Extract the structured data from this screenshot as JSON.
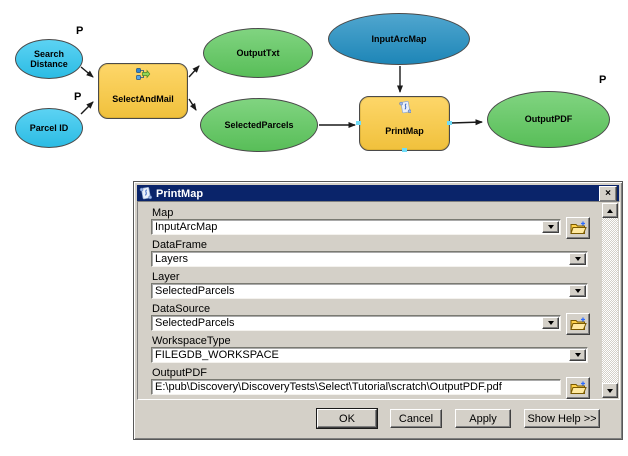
{
  "diagram": {
    "parameter_marker": "P",
    "nodes": [
      {
        "id": "search-distance",
        "label": "Search Distance",
        "type": "input-variable"
      },
      {
        "id": "parcel-id",
        "label": "Parcel ID",
        "type": "input-variable"
      },
      {
        "id": "select-and-mail",
        "label": "SelectAndMail",
        "type": "model-tool"
      },
      {
        "id": "output-txt",
        "label": "OutputTxt",
        "type": "output-variable"
      },
      {
        "id": "selected-parcels",
        "label": "SelectedParcels",
        "type": "output-variable"
      },
      {
        "id": "input-arc-map",
        "label": "InputArcMap",
        "type": "input-variable"
      },
      {
        "id": "print-map",
        "label": "PrintMap",
        "type": "script-tool"
      },
      {
        "id": "output-pdf",
        "label": "OutputPDF",
        "type": "output-variable"
      }
    ],
    "colors": {
      "input_cyan": "#2EC6F0",
      "input_blue": "#1F8DC1",
      "output_green": "#5DC85D",
      "tool_yellow": "#FDCB3F",
      "connector": "#1a1a1a",
      "selection_handle": "#6FDCF7"
    }
  },
  "dialog": {
    "title": "PrintMap",
    "close_icon": "×",
    "title_color": "#0A246A",
    "surface_color": "#D4D0C8",
    "fields": [
      {
        "label": "Map",
        "value": "InputArcMap",
        "type": "combo",
        "browse": true
      },
      {
        "label": "DataFrame",
        "value": "Layers",
        "type": "combo",
        "browse": false
      },
      {
        "label": "Layer",
        "value": "SelectedParcels",
        "type": "combo",
        "browse": false
      },
      {
        "label": "DataSource",
        "value": "SelectedParcels",
        "type": "combo",
        "browse": true
      },
      {
        "label": "WorkspaceType",
        "value": "FILEGDB_WORKSPACE",
        "type": "combo",
        "browse": false
      },
      {
        "label": "OutputPDF",
        "value": "E:\\pub\\Discovery\\DiscoveryTests\\Select\\Tutorial\\scratch\\OutputPDF.pdf",
        "type": "text",
        "browse": true
      }
    ],
    "buttons": [
      {
        "label": "OK",
        "default": true
      },
      {
        "label": "Cancel",
        "default": false
      },
      {
        "label": "Apply",
        "default": false
      },
      {
        "label": "Show Help >>",
        "default": false
      }
    ]
  }
}
